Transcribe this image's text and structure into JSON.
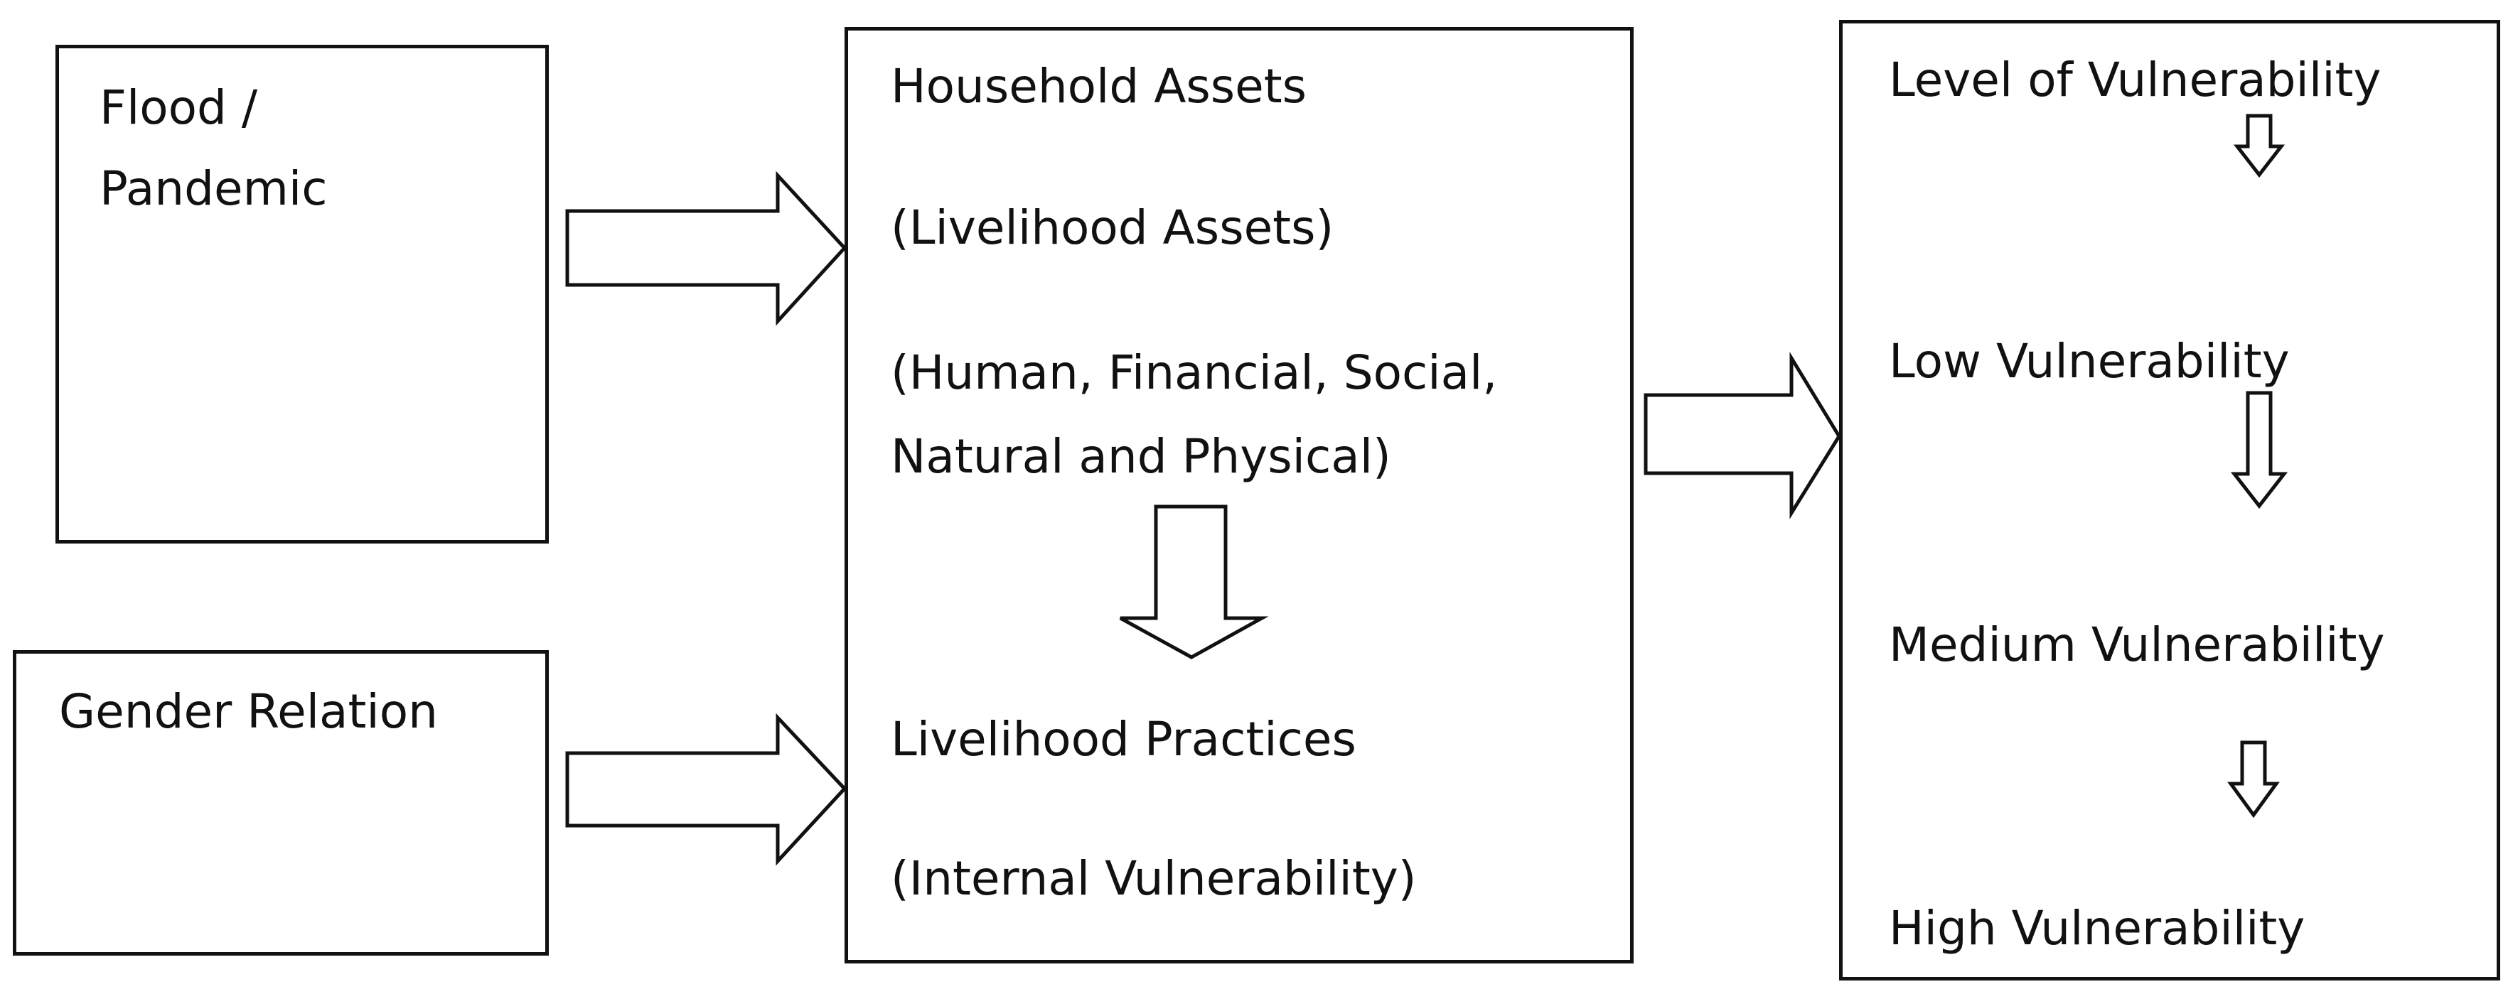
{
  "diagram": {
    "boxes": {
      "flood": {
        "line1": "Flood /",
        "line2": "Pandemic"
      },
      "gender": {
        "label": "Gender Relation"
      },
      "assets": {
        "title": "Household Assets",
        "subtitle": "(Livelihood Assets)",
        "types_line1": "(Human, Financial, Social,",
        "types_line2": "Natural and Physical)",
        "practices": "Livelihood Practices",
        "internal": "(Internal Vulnerability)"
      },
      "vulnerability": {
        "header": "Level of Vulnerability",
        "low": "Low Vulnerability",
        "medium": "Medium Vulnerability",
        "high": "High Vulnerability"
      }
    },
    "colors": {
      "stroke": "#111111",
      "fill": "#ffffff",
      "text": "#111111"
    }
  }
}
